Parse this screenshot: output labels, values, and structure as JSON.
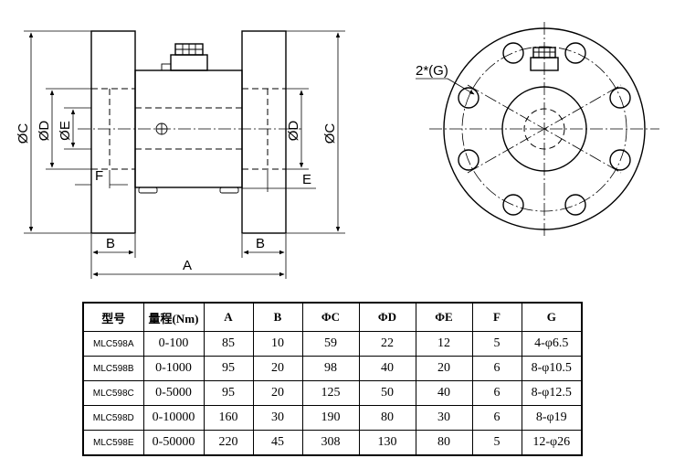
{
  "drawing": {
    "side_labels": {
      "phi_c_left": "ØC",
      "phi_d_left": "ØD",
      "phi_e": "ØE",
      "f": "F",
      "phi_d_right": "ØD",
      "phi_c_right": "ØC",
      "e": "E",
      "b_left": "B",
      "b_right": "B",
      "a": "A"
    },
    "front_label": "2*(G)"
  },
  "table": {
    "headers": [
      "型号",
      "量程(Nm)",
      "A",
      "B",
      "ΦC",
      "ΦD",
      "ΦE",
      "F",
      "G"
    ],
    "rows": [
      [
        "MLC598A",
        "0-100",
        "85",
        "10",
        "59",
        "22",
        "12",
        "5",
        "4-φ6.5"
      ],
      [
        "MLC598B",
        "0-1000",
        "95",
        "20",
        "98",
        "40",
        "20",
        "6",
        "8-φ10.5"
      ],
      [
        "MLC598C",
        "0-5000",
        "95",
        "20",
        "125",
        "50",
        "40",
        "6",
        "8-φ12.5"
      ],
      [
        "MLC598D",
        "0-10000",
        "160",
        "30",
        "190",
        "80",
        "30",
        "6",
        "8-φ19"
      ],
      [
        "MLC598E",
        "0-50000",
        "220",
        "45",
        "308",
        "130",
        "80",
        "5",
        "12-φ26"
      ]
    ]
  }
}
